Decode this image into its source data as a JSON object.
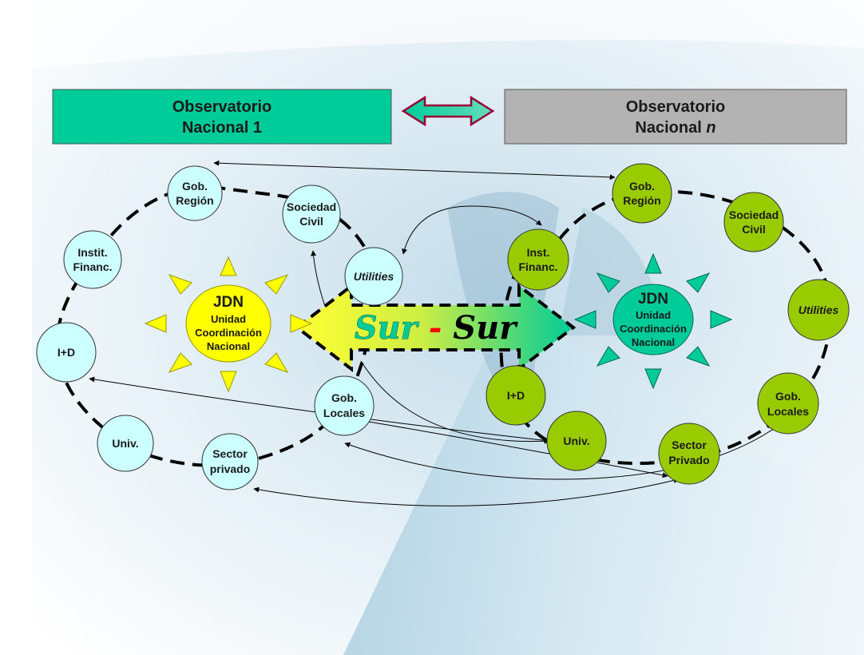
{
  "boxes": {
    "left": {
      "line1": "Observatorio",
      "line2": "Nacional 1",
      "color": "#00CC99"
    },
    "right": {
      "line1": "Observatorio",
      "line2_text": "Nacional ",
      "line2_italic": "n",
      "color": "#B3B3B3"
    }
  },
  "left_network": {
    "node_color": "#CCFFFF",
    "nodes": {
      "gob_region": {
        "line1": "Gob.",
        "line2": "Región"
      },
      "sociedad_civil": {
        "line1": "Sociedad",
        "line2": "Civil"
      },
      "utilities": {
        "line1": "Utilities"
      },
      "instit_financ": {
        "line1": "Instit.",
        "line2": "Financ."
      },
      "i_d": {
        "line1": "I+D"
      },
      "univ": {
        "line1": "Univ."
      },
      "sector_privado": {
        "line1": "Sector",
        "line2": "privado"
      },
      "gob_locales": {
        "line1": "Gob.",
        "line2": "Locales"
      }
    },
    "jdn": {
      "title": "JDN",
      "line1": "Unidad",
      "line2": "Coordinación",
      "line3": "Nacional",
      "color": "#FFFF00"
    }
  },
  "right_network": {
    "node_color": "#99CC00",
    "nodes": {
      "gob_region": {
        "line1": "Gob.",
        "line2": "Región"
      },
      "sociedad_civil": {
        "line1": "Sociedad",
        "line2": "Civil"
      },
      "inst_financ": {
        "line1": "Inst.",
        "line2": "Financ."
      },
      "utilities": {
        "line1": "Utilities"
      },
      "i_d": {
        "line1": "I+D"
      },
      "univ": {
        "line1": "Univ."
      },
      "sector_privado": {
        "line1": "Sector",
        "line2": "Privado"
      },
      "gob_locales": {
        "line1": "Gob.",
        "line2": "Locales"
      }
    },
    "jdn": {
      "title": "JDN",
      "line1": "Unidad",
      "line2": "Coordinación",
      "line3": "Nacional",
      "color": "#00CC99"
    }
  },
  "center_arrow": {
    "word1": "Sur",
    "dash": "-",
    "word2": "Sur",
    "dash_color": "#FF0000",
    "word1_color": "#00CC99",
    "word2_color": "#000000"
  }
}
